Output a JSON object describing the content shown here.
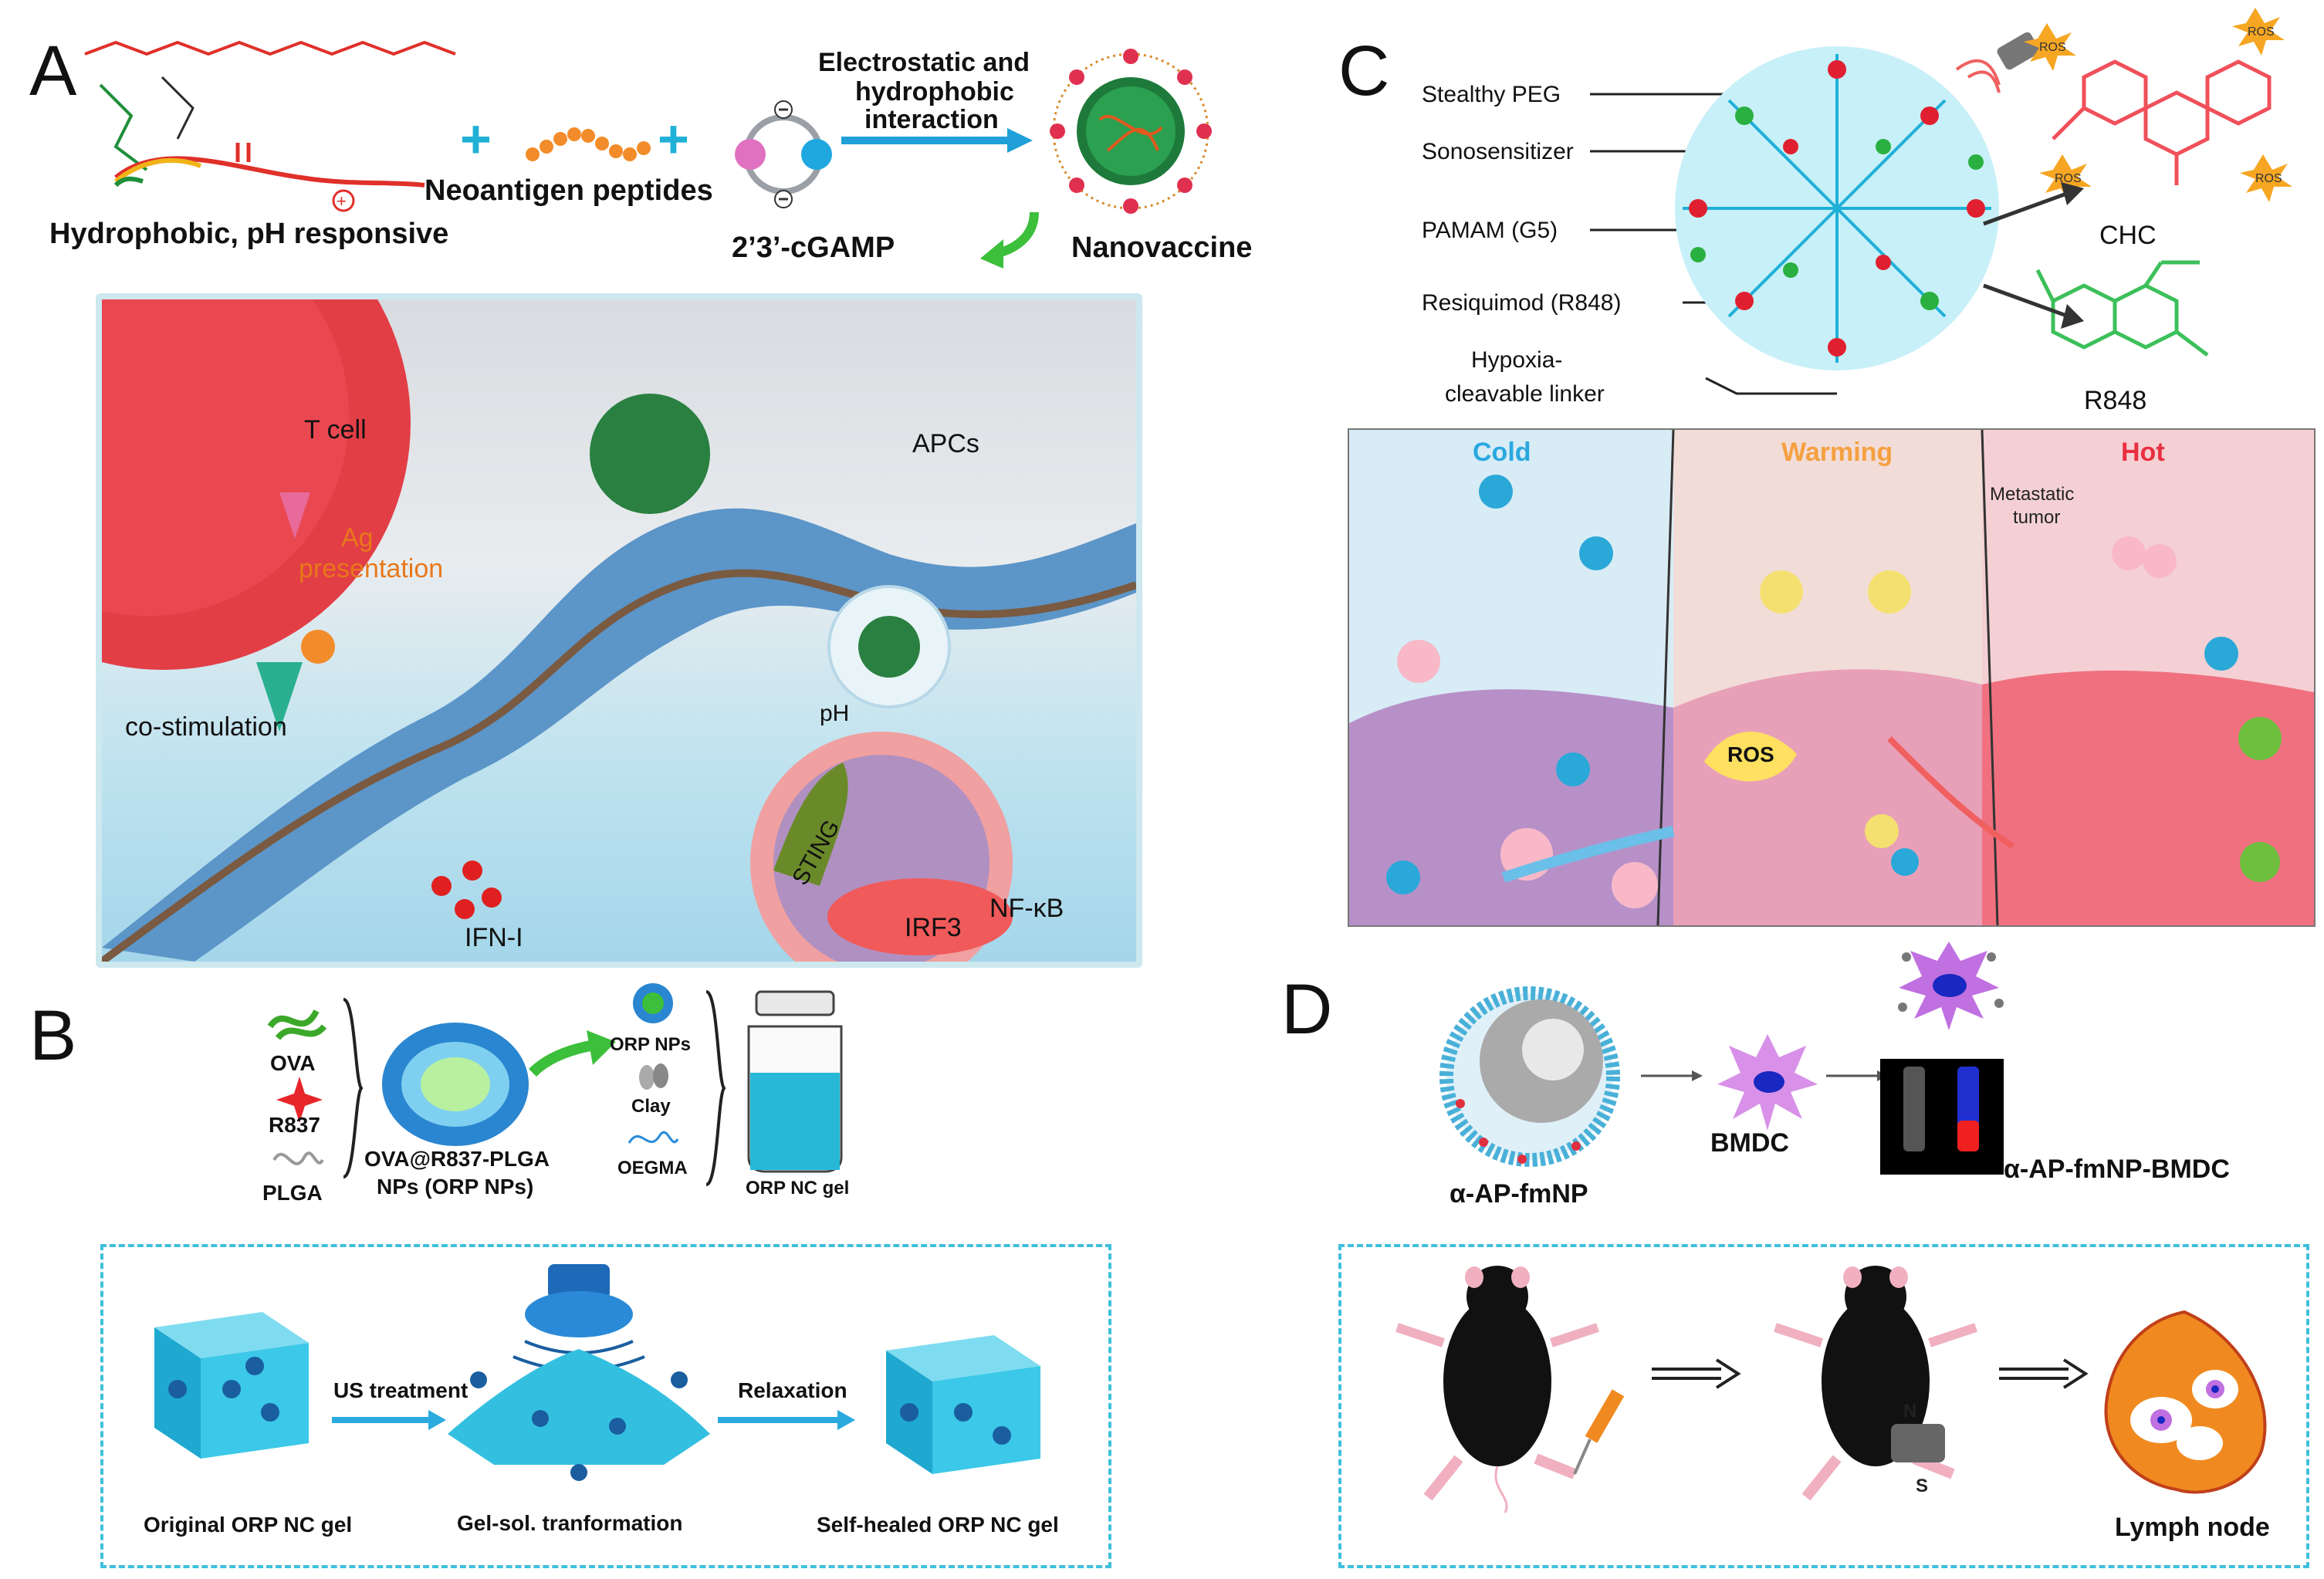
{
  "panels": {
    "a": "A",
    "b": "B",
    "c": "C",
    "d": "D"
  },
  "panel_a": {
    "polymer_label": "Hydrophobic, pH responsive",
    "peptides_label": "Neoantigen peptides",
    "cgamp_label": "2’3’-cGAMP",
    "interaction_label_1": "Electrostatic and",
    "interaction_label_2": "hydrophobic",
    "interaction_label_3": "interaction",
    "nanovaccine_label": "Nanovaccine",
    "tcell_label": "T cell",
    "apcs_label": "APCs",
    "ag_label_1": "Ag",
    "ag_label_2": "presentation",
    "costim_label": "co-stimulation",
    "ph_label": "pH",
    "sting_label": "STING",
    "ifn_label": "IFN-I",
    "irf3_label": "IRF3",
    "nfkb_label": "NF-κB",
    "plus_sign": "+"
  },
  "panel_b": {
    "ova_label": "OVA",
    "r837_label": "R837",
    "plga_label": "PLGA",
    "np_label_1": "OVA@R837-PLGA",
    "np_label_2": "NPs (ORP NPs)",
    "orp_label": "ORP NPs",
    "clay_label": "Clay",
    "oegma_label": "OEGMA",
    "gel_label": "ORP NC gel",
    "us_label": "US treatment",
    "relax_label": "Relaxation",
    "original_label": "Original ORP NC gel",
    "gelsol_label": "Gel-sol. tranformation",
    "healed_label": "Self-healed ORP NC gel"
  },
  "panel_c": {
    "peg_label": "Stealthy PEG",
    "sono_label": "Sonosensitizer",
    "pamam_label": "PAMAM (G5)",
    "r848_label_left": "Resiquimod (R848)",
    "hypoxia_label_1": "Hypoxia-",
    "hypoxia_label_2": "cleavable linker",
    "chc_label": "CHC",
    "r848_label": "R848",
    "ros_label": "ROS",
    "cold_label": "Cold",
    "warming_label": "Warming",
    "hot_label": "Hot",
    "metastatic_label_1": "Metastatic",
    "metastatic_label_2": "tumor"
  },
  "panel_d": {
    "np_label": "α-AP-fmNP",
    "bmdc_label": "BMDC",
    "np_bmdc_label": "α-AP-fmNP-BMDC",
    "lymph_label": "Lymph node",
    "n_label": "N",
    "s_label": "S"
  },
  "colors": {
    "accent_cyan": "#3fc0dc",
    "apc_membrane": "#4a8fc4",
    "tcell_red": "#e8404a",
    "ros_orange": "#f6a623",
    "chc_red": "#f0505a",
    "r848_green": "#3cc05a",
    "cold_blue": "#2aa8e0",
    "warming_orange": "#f5a040",
    "hot_red": "#e83040"
  }
}
